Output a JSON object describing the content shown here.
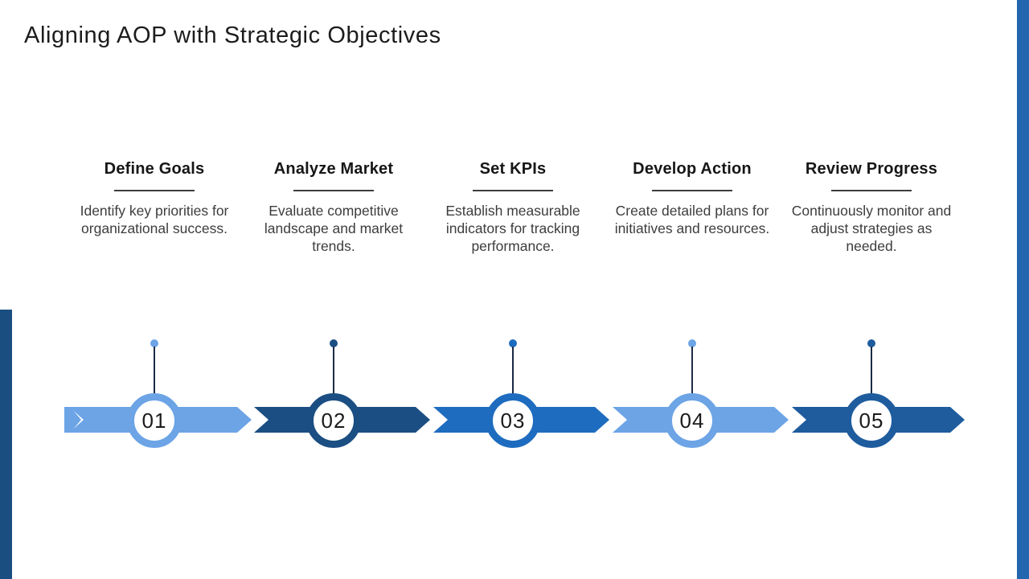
{
  "title": "Aligning AOP with Strategic Objectives",
  "colors": {
    "light_blue": "#6CA4E6",
    "dark_navy": "#1B4E82",
    "medium_blue": "#1E6CBF",
    "steel_blue": "#1E5C9E",
    "stem_line": "#1B2B44",
    "left_bar": "#1A4E80",
    "right_bar": "#2166AE",
    "heading_text": "#161616",
    "body_text": "#3D3D3D"
  },
  "steps": [
    {
      "number": "01",
      "heading": "Define Goals",
      "description": "Identify key priorities for organizational success.",
      "color": "#6CA4E6"
    },
    {
      "number": "02",
      "heading": "Analyze Market",
      "description": "Evaluate competitive landscape and market trends.",
      "color": "#1B4E82"
    },
    {
      "number": "03",
      "heading": "Set KPIs",
      "description": "Establish measurable indicators for tracking performance.",
      "color": "#1E6CBF"
    },
    {
      "number": "04",
      "heading": "Develop Action",
      "description": "Create detailed plans for initiatives and resources.",
      "color": "#6CA4E6"
    },
    {
      "number": "05",
      "heading": "Review Progress",
      "description": "Continuously monitor and adjust strategies as needed.",
      "color": "#1E5C9E"
    }
  ]
}
